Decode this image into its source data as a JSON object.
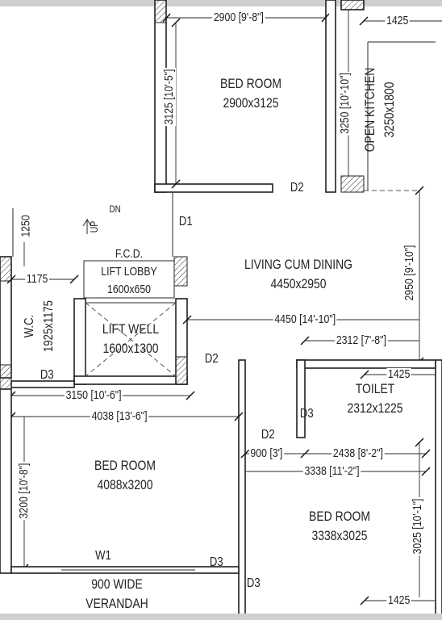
{
  "rooms": {
    "bed_room_top": {
      "name": "BED ROOM",
      "size": "2900x3125"
    },
    "open_kitchen": {
      "name": "OPEN KITCHEN",
      "size": "3250x1800"
    },
    "living_dining": {
      "name": "LIVING CUM DINING",
      "size": "4450x2950"
    },
    "lift_lobby": {
      "name": "LIFT LOBBY",
      "size": "1600x650",
      "note": "F.C.D."
    },
    "lift_well": {
      "name": "LIFT WELL",
      "size": "1600x1300"
    },
    "wc": {
      "name": "W.C.",
      "size": "1925x1175"
    },
    "toilet": {
      "name": "TOILET",
      "size": "2312x1225"
    },
    "bed_room_left": {
      "name": "BED ROOM",
      "size": "4088x3200"
    },
    "bed_room_right": {
      "name": "BED ROOM",
      "size": "3338x3025"
    },
    "verandah": {
      "line1": "900 WIDE",
      "line2": "VERANDAH"
    }
  },
  "dimensions": {
    "top_bed_width": "2900 [9'-8\"]",
    "top_right_1425": "1425",
    "top_bed_height": "3125 [10'-5\"]",
    "kitchen_height": "3250 [10'-10\"]",
    "stair_1250": "1250",
    "living_height": "2950 [9'-10\"]",
    "wc_1175": "1175",
    "living_width": "4450 [14'-10\"]",
    "toilet_width": "2312 [7'-8\"]",
    "toilet_1425": "1425",
    "width_3150": "3150 [10'-6\"]",
    "width_4038": "4038 [13'-6\"]",
    "door_900": "900 [3']",
    "width_2438": "2438 [8'-2\"]",
    "width_3338": "3338 [11'-2\"]",
    "left_bed_height": "3200 [10'-8\"]",
    "right_bed_height": "3025 [10'-1\"]",
    "bottom_1425": "1425"
  },
  "doors": {
    "d2_top": "D2",
    "d1": "D1",
    "d2_mid": "D2",
    "d3_wc": "D3",
    "d3_toilet": "D3",
    "d2_low": "D2",
    "d3_bottom": "D3",
    "d3_verandah": "D3",
    "w1": "W1"
  },
  "stair": {
    "up": "UP",
    "dn": "DN"
  }
}
